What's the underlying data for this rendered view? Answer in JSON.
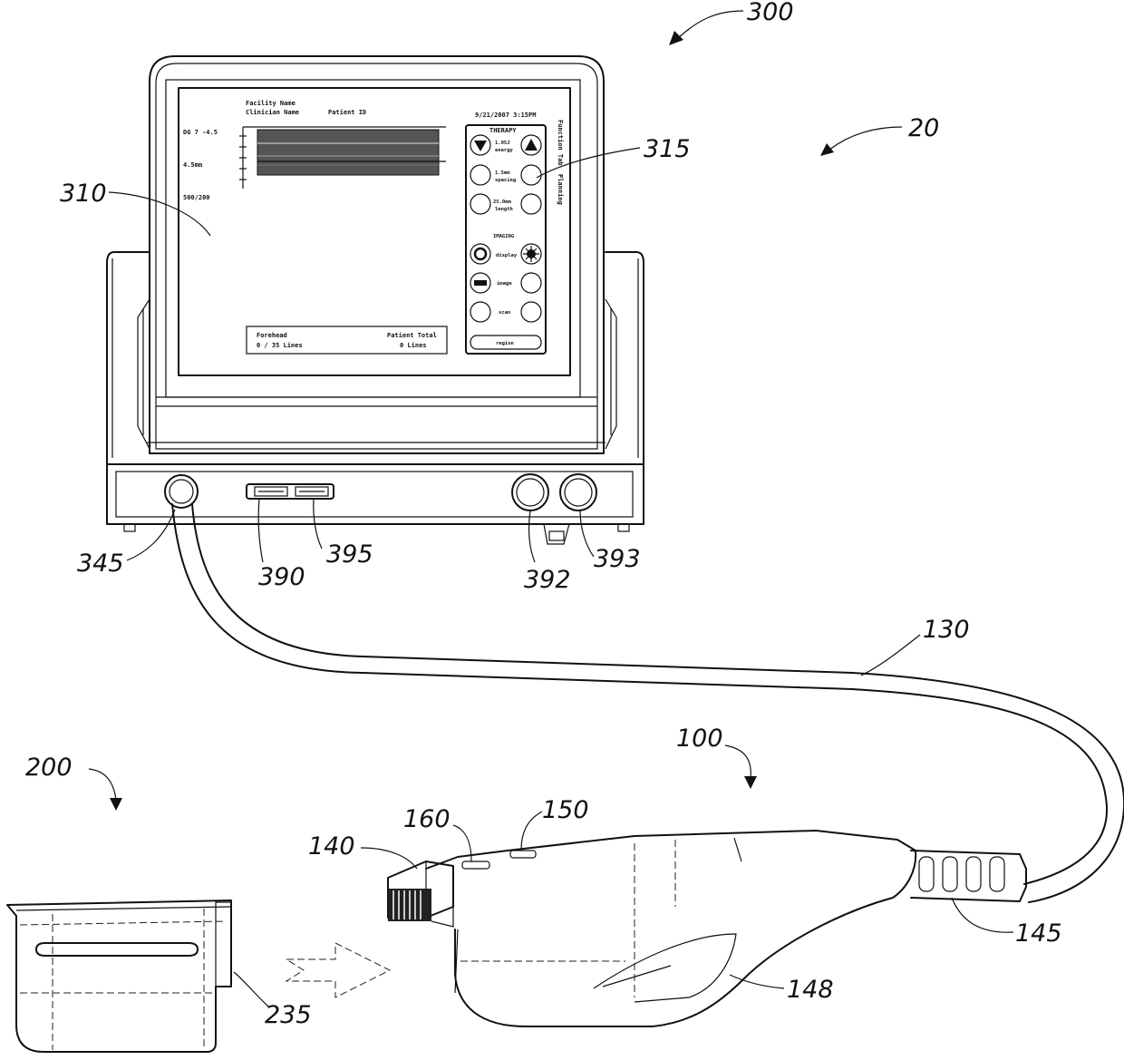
{
  "labels": {
    "l300": "300",
    "l20": "20",
    "l310": "310",
    "l315": "315",
    "l345": "345",
    "l390": "390",
    "l395": "395",
    "l392": "392",
    "l393": "393",
    "l130": "130",
    "l100": "100",
    "l200": "200",
    "l160": "160",
    "l150": "150",
    "l140": "140",
    "l145": "145",
    "l148": "148",
    "l235": "235"
  },
  "screen": {
    "facility_name": "Facility Name",
    "clinician_name": "Clinician Name",
    "patient_id": "Patient ID",
    "depth_gain": "DG 7 -4.5",
    "depth": "4.5mm",
    "ratio": "500/200",
    "datetime": "9/21/2007 3:15PM",
    "side_tab_1": "Function Tab",
    "side_tab_2": "Planning",
    "therapy_heading": "THERAPY",
    "energy_value": "1.05J",
    "energy_label": "energy",
    "spacing_value": "1.5mm",
    "spacing_label": "spacing",
    "length_value": "25.0mm",
    "length_label": "length",
    "imaging_heading": "IMAGING",
    "display_label": "display",
    "image_label": "image",
    "scan_label": "scan",
    "region_button": "region",
    "status_left_1": "Forehead",
    "status_left_2": "0 / 35 Lines",
    "status_right_1": "Patient Total",
    "status_right_2": "0 Lines"
  }
}
